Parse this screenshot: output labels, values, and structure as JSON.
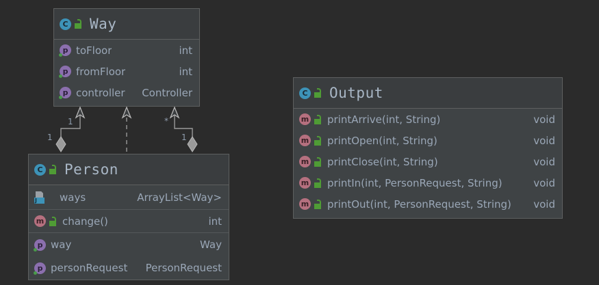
{
  "diagram": {
    "kind": "uml-class-diagram",
    "background_color": "#2b2b2b",
    "box_body_color": "#3f4345",
    "box_header_color": "#3a3d3f",
    "border_color": "#5e6060",
    "text_color": "#9aa7b7",
    "title_color": "#a9b7c6"
  },
  "classes": {
    "way": {
      "name": "Way",
      "class_icon_letter": "C",
      "visibility_icon": "lock-icon",
      "members": [
        {
          "icon": "property-icon",
          "icon_letter": "p",
          "name": "toFloor",
          "type": "int"
        },
        {
          "icon": "property-icon",
          "icon_letter": "p",
          "name": "fromFloor",
          "type": "int"
        },
        {
          "icon": "property-icon",
          "icon_letter": "p",
          "name": "controller",
          "type": "Controller"
        }
      ]
    },
    "person": {
      "name": "Person",
      "class_icon_letter": "C",
      "visibility_icon": "lock-icon",
      "sections": [
        {
          "members": [
            {
              "icon": "java-field-icon",
              "icon_letter": "J",
              "name": "ways",
              "type": "ArrayList<Way>"
            }
          ]
        },
        {
          "members": [
            {
              "icon": "method-icon",
              "icon_letter": "m",
              "visibility_icon": "lock-icon",
              "name": "change()",
              "type": "int"
            }
          ]
        },
        {
          "members": [
            {
              "icon": "property-icon",
              "icon_letter": "p",
              "name": "way",
              "type": "Way"
            },
            {
              "icon": "property-icon",
              "icon_letter": "p",
              "name": "personRequest",
              "type": "PersonRequest"
            }
          ]
        }
      ]
    },
    "output": {
      "name": "Output",
      "class_icon_letter": "C",
      "visibility_icon": "lock-icon",
      "members": [
        {
          "icon": "method-icon",
          "icon_letter": "m",
          "visibility_icon": "lock-icon",
          "name": "printArrive(int, String)",
          "type": "void"
        },
        {
          "icon": "method-icon",
          "icon_letter": "m",
          "visibility_icon": "lock-icon",
          "name": "printOpen(int, String)",
          "type": "void"
        },
        {
          "icon": "method-icon",
          "icon_letter": "m",
          "visibility_icon": "lock-icon",
          "name": "printClose(int, String)",
          "type": "void"
        },
        {
          "icon": "method-icon",
          "icon_letter": "m",
          "visibility_icon": "lock-icon",
          "name": "printIn(int, PersonRequest, String)",
          "type": "void"
        },
        {
          "icon": "method-icon",
          "icon_letter": "m",
          "visibility_icon": "lock-icon",
          "name": "printOut(int, PersonRequest, String)",
          "type": "void"
        }
      ]
    }
  },
  "relationships": [
    {
      "id": "person-way-aggregation-left",
      "style": "aggregation",
      "from": "Person",
      "to": "Way",
      "source_multiplicity": "1",
      "target_multiplicity": "1"
    },
    {
      "id": "person-way-dependency",
      "style": "dependency",
      "from": "Person",
      "to": "Way",
      "source_multiplicity": "",
      "target_multiplicity": ""
    },
    {
      "id": "person-way-aggregation-right",
      "style": "aggregation",
      "from": "Person",
      "to": "Way",
      "source_multiplicity": "1",
      "target_multiplicity": "*"
    }
  ]
}
